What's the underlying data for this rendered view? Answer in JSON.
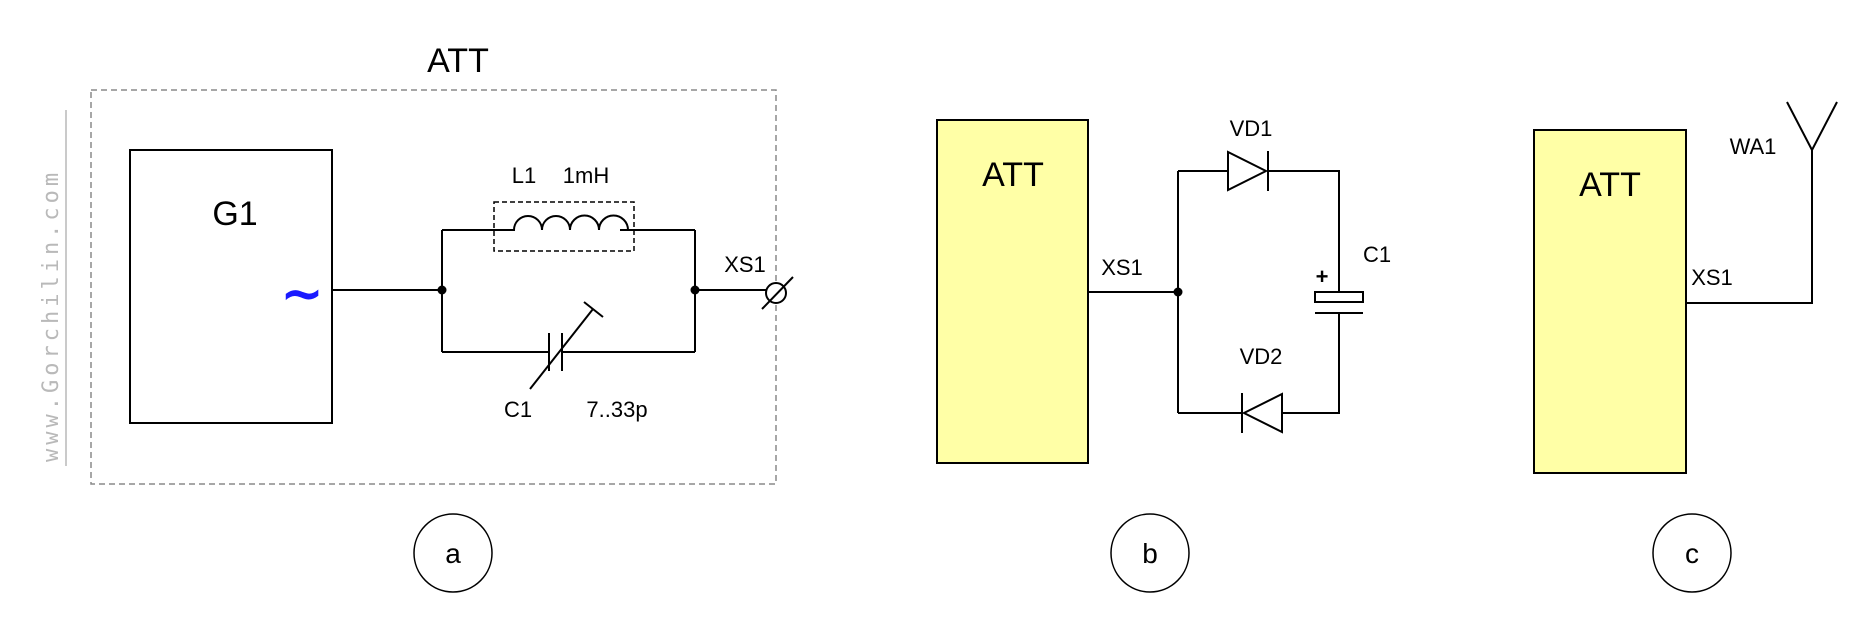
{
  "watermark": "www.Gorchilin.com",
  "panel_a": {
    "title": "ATT",
    "generator": "G1",
    "source_symbol": "~",
    "inductor_ref": "L1",
    "inductor_value": "1mH",
    "capacitor_ref": "C1",
    "capacitor_value": "7..33p",
    "connector": "XS1",
    "badge": "a"
  },
  "panel_b": {
    "block": "ATT",
    "connector": "XS1",
    "diode_top": "VD1",
    "diode_bottom": "VD2",
    "capacitor": "C1",
    "polarity": "+",
    "badge": "b"
  },
  "panel_c": {
    "block": "ATT",
    "connector": "XS1",
    "antenna": "WA1",
    "badge": "c"
  },
  "colors": {
    "block_fill": "#ffffa6",
    "source_symbol": "#1a1aff",
    "watermark": "#b9b9b9"
  }
}
